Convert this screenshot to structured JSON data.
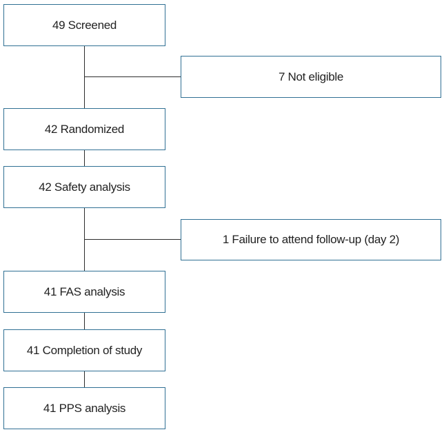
{
  "flow": {
    "screened": "49 Screened",
    "not_eligible": "7 Not eligible",
    "randomized": "42 Randomized",
    "safety_analysis": "42 Safety analysis",
    "failure_followup": "1 Failure to attend follow-up (day 2)",
    "fas_analysis": "41 FAS analysis",
    "completion": "41 Completion of study",
    "pps_analysis": "41 PPS analysis"
  },
  "colors": {
    "box_border": "#2f6f93",
    "connector": "#2b2b2b",
    "text": "#222222"
  }
}
